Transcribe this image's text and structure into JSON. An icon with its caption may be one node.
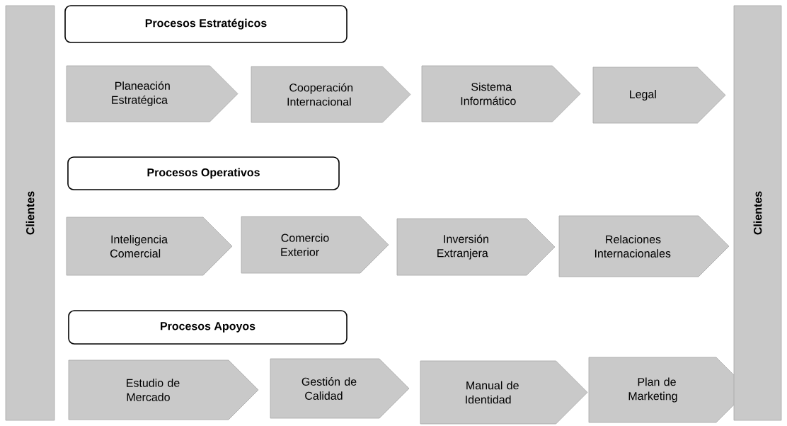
{
  "diagram": {
    "nodes": [
      {
        "text": [
          "Clientes"
        ]
      },
      {
        "text": [
          "Procesos Estratégicos"
        ]
      },
      {
        "text": [
          "Planeación Estratégica"
        ]
      },
      {
        "text": [
          "Cooperación Internacional"
        ]
      },
      {
        "text": [
          "Sistema Informático"
        ]
      },
      {
        "text": [
          "Legal"
        ]
      },
      {
        "text": [
          "Procesos Operativos"
        ]
      },
      {
        "text": [
          "Inteligencia Comercial"
        ]
      },
      {
        "text": [
          "Comercio Exterior"
        ]
      },
      {
        "text": [
          "Inversión Extranjera"
        ]
      },
      {
        "text": [
          "Relaciones Internacionales"
        ]
      },
      {
        "text": [
          "Procesos Apoyos"
        ]
      },
      {
        "text": [
          "Estudio de Mercado"
        ]
      },
      {
        "text": [
          "Gestión de Calidad"
        ]
      },
      {
        "text": [
          "Manual de Identidad"
        ]
      },
      {
        "text": [
          "Plan de Marketing"
        ]
      },
      {
        "text": [
          "Clientes"
        ]
      }
    ]
  }
}
